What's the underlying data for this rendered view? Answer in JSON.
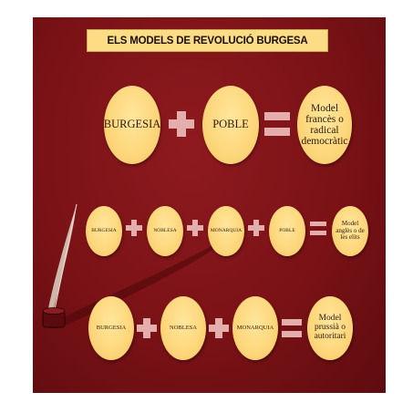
{
  "title": "ELS MODELS DE REVOLUCIÓ BURGESA",
  "row1": {
    "items": [
      "BURGESIA",
      "POBLE"
    ],
    "result": "Model francès o radical democràtic"
  },
  "row2": {
    "items": [
      "BURGESIA",
      "NOBLESA",
      "MONARQUIA",
      "POBLE"
    ],
    "result": "Model anglès o de les elits"
  },
  "row3": {
    "items": [
      "BURGESIA",
      "NOBLESA",
      "MONARQUIA"
    ],
    "result": "Model prussià o autoritari"
  },
  "colors": {
    "background": "#7a1216",
    "oval": "#fdd67a",
    "title_box": "#fddc86",
    "operator": "#e3aeab"
  },
  "icons": [
    "quill-pen-icon",
    "inkwell-icon"
  ]
}
